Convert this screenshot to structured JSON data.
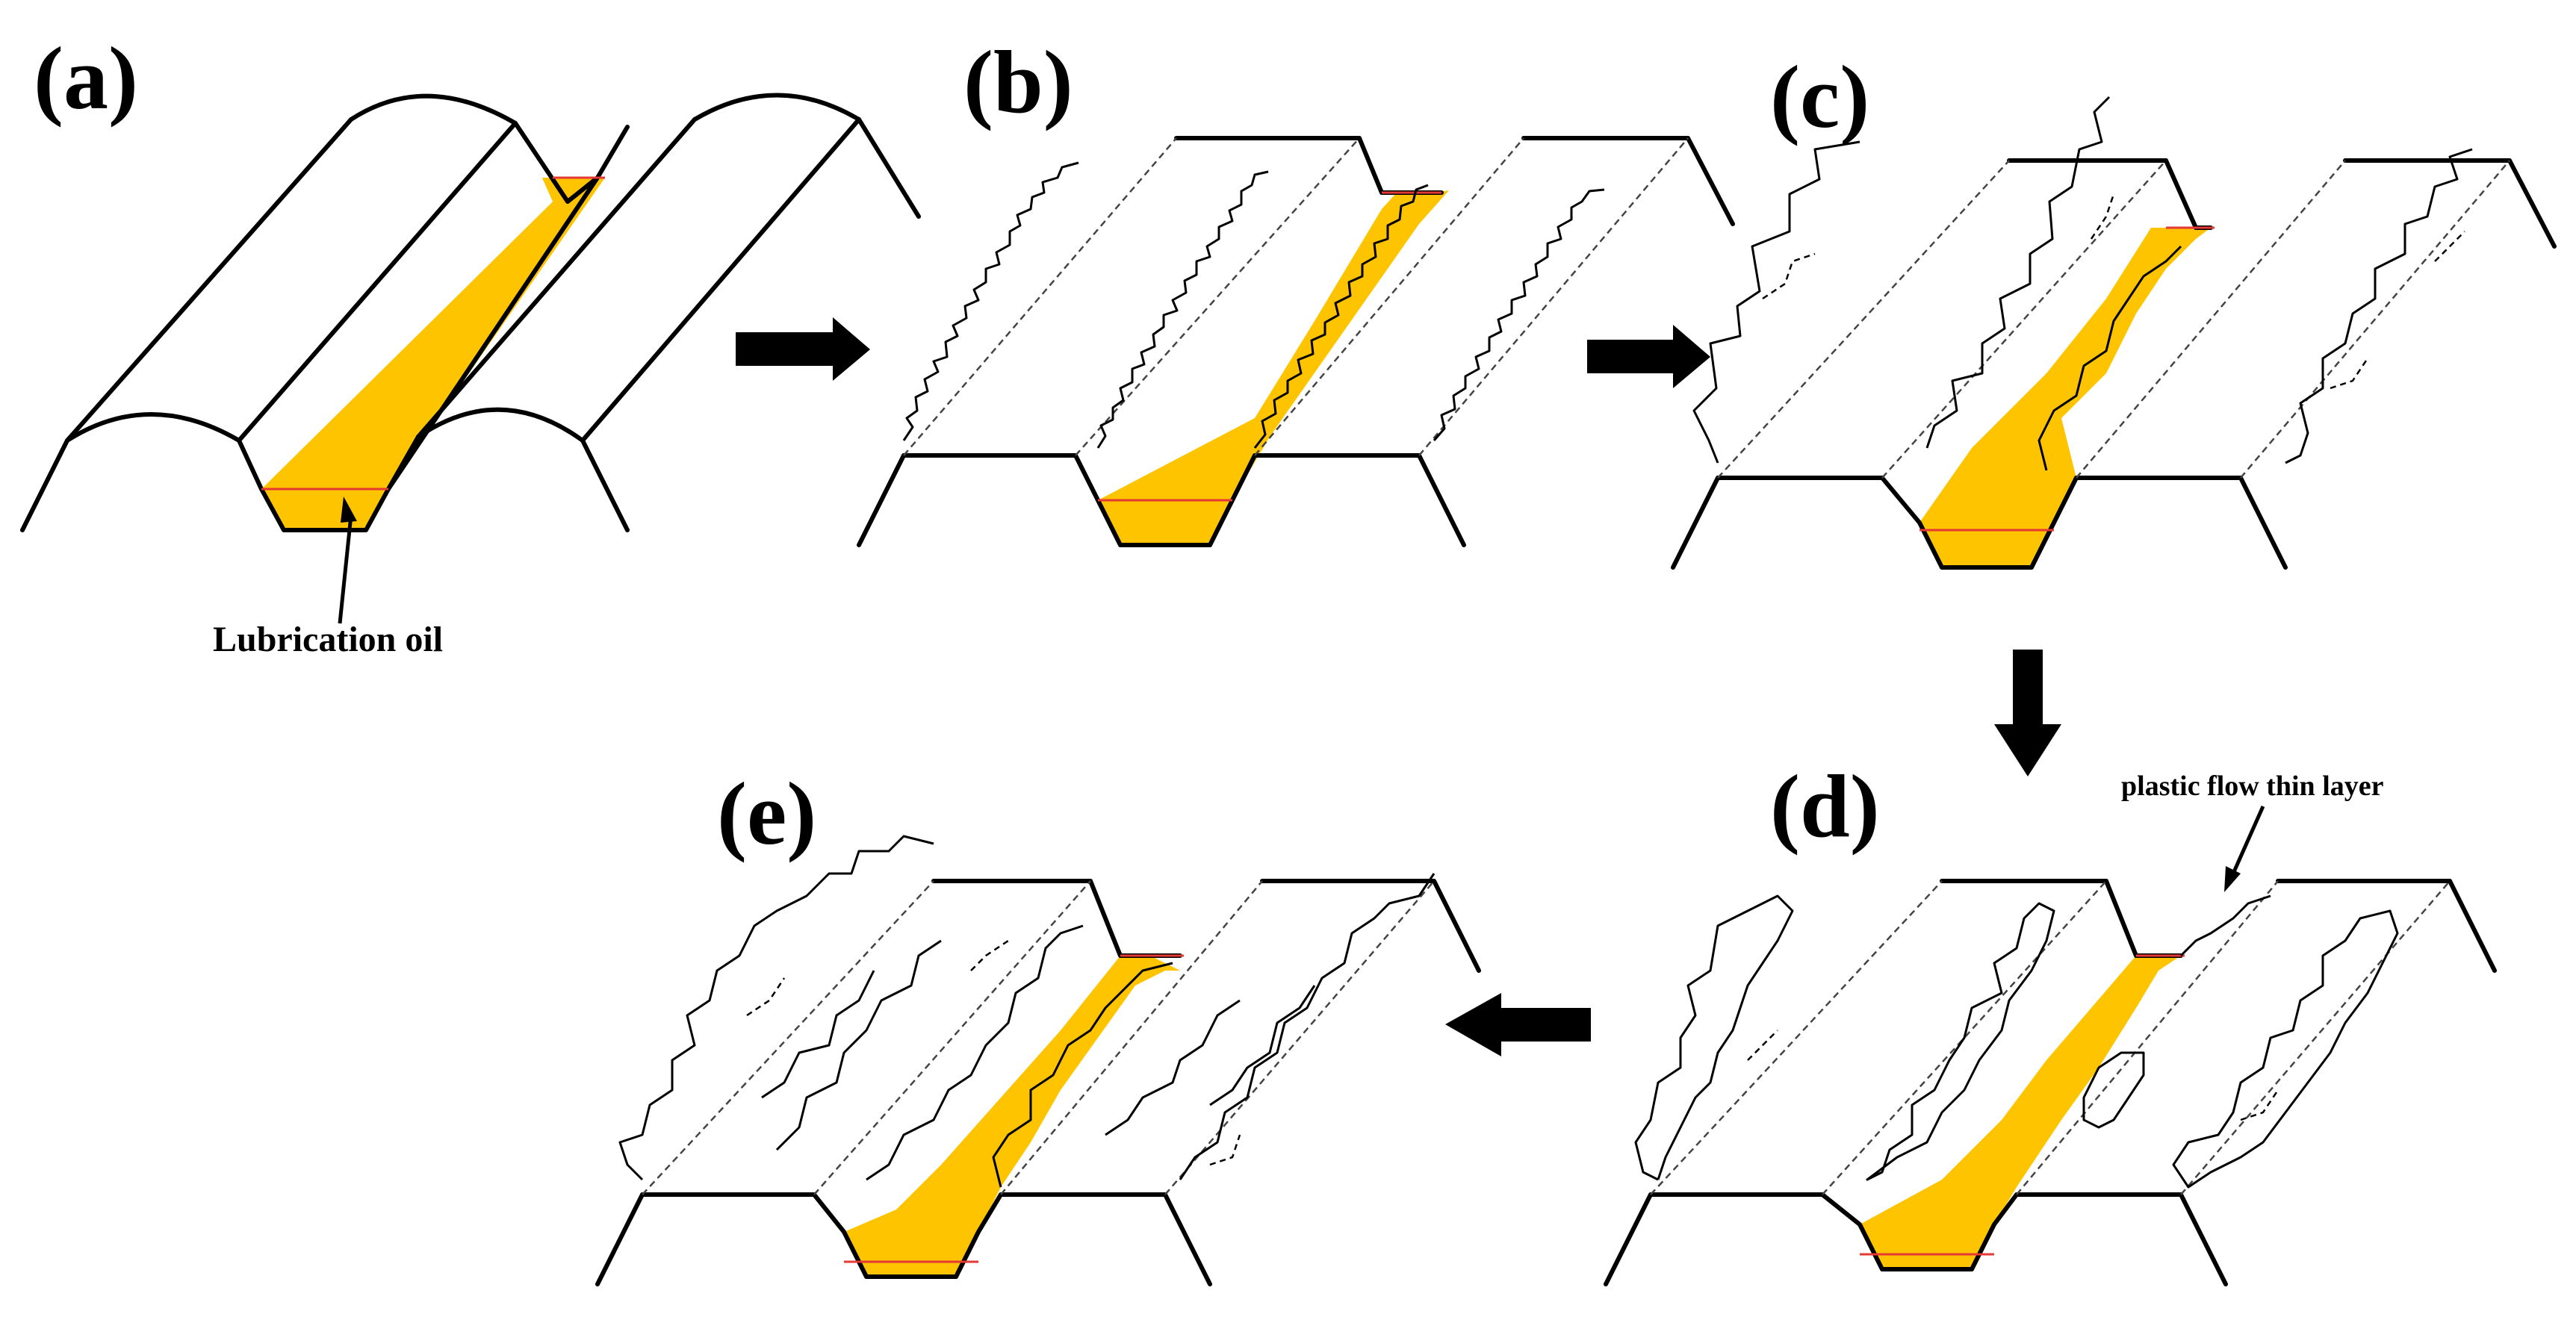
{
  "colors": {
    "oil_fill": "#ffc400",
    "oil_surface": "#e53935",
    "outline": "#000000",
    "dashed": "#444444"
  },
  "panels": [
    {
      "id": "a",
      "label": "(a)"
    },
    {
      "id": "b",
      "label": "(b)"
    },
    {
      "id": "c",
      "label": "(c)"
    },
    {
      "id": "d",
      "label": "(d)"
    },
    {
      "id": "e",
      "label": "(e)"
    }
  ],
  "annotations": {
    "lubrication_oil": "Lubrication  oil",
    "plastic_flow": "plastic flow thin layer"
  },
  "sequence": [
    "a",
    "b",
    "c",
    "d",
    "e"
  ],
  "icons": [
    "arrow-right-icon",
    "arrow-down-icon",
    "arrow-left-icon"
  ]
}
